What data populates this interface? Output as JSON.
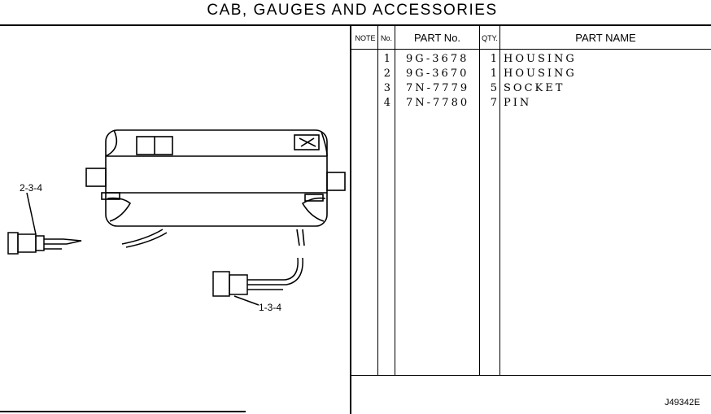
{
  "title": "CAB,  GAUGES AND ACCESSORIES",
  "table": {
    "headers": {
      "note": "NOTE",
      "no": "No.",
      "part_no": "PART No.",
      "qty": "QTY.",
      "part_name": "PART NAME"
    },
    "rows": [
      {
        "no": "1",
        "part_no": "9G-3678",
        "qty": "1",
        "part_name": "HOUSING"
      },
      {
        "no": "2",
        "part_no": "9G-3670",
        "qty": "1",
        "part_name": "HOUSING"
      },
      {
        "no": "3",
        "part_no": "7N-7779",
        "qty": "5",
        "part_name": "SOCKET"
      },
      {
        "no": "4",
        "part_no": "7N-7780",
        "qty": "7",
        "part_name": "PIN"
      }
    ]
  },
  "illustration": {
    "callouts": [
      "2-3-4",
      "1-3-4"
    ]
  },
  "reference": "J49342E"
}
